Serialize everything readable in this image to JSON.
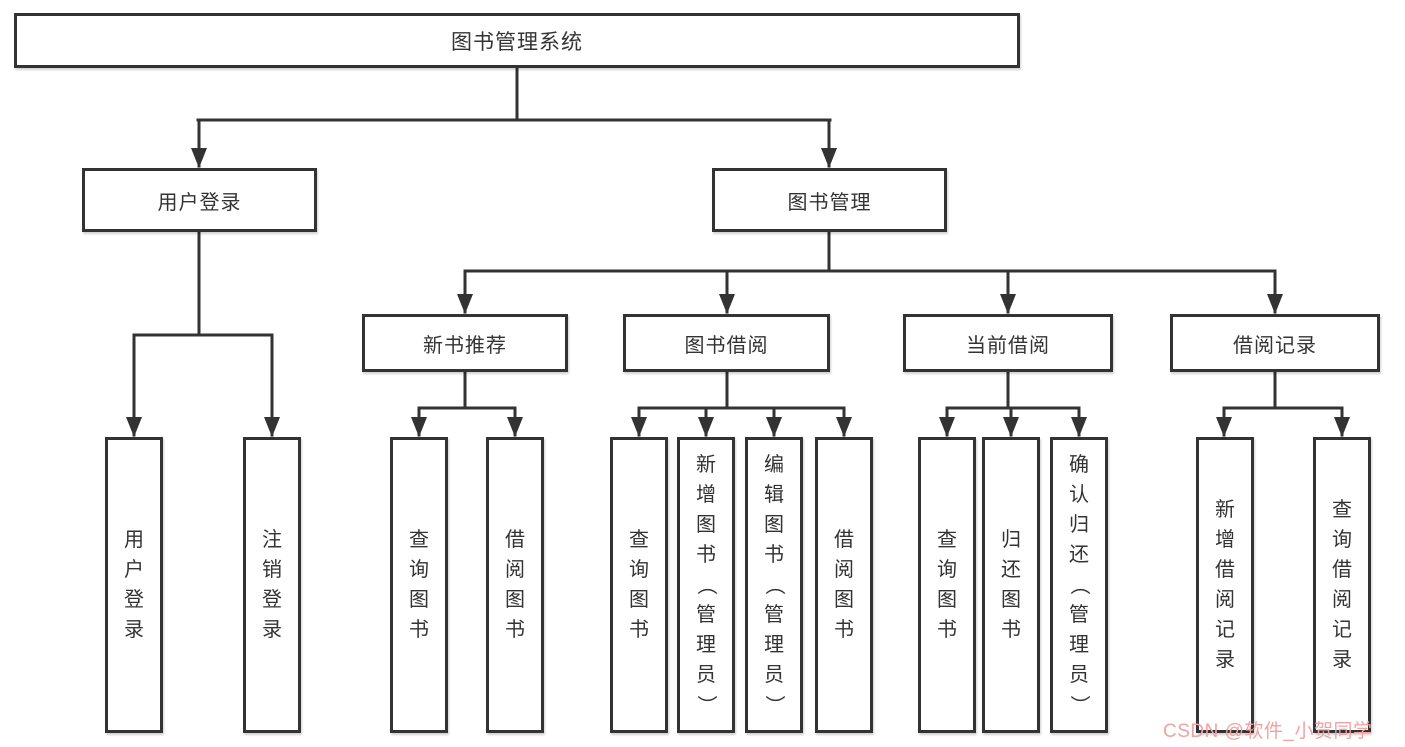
{
  "diagram": {
    "root": "图书管理系统",
    "level2": {
      "user_login": "用户登录",
      "book_management": "图书管理"
    },
    "level3": {
      "new_book_recommend": "新书推荐",
      "book_borrow": "图书借阅",
      "current_borrow": "当前借阅",
      "borrow_records": "借阅记录"
    },
    "leaves": {
      "login": [
        "用户登录",
        "注销登录"
      ],
      "recommend": [
        "查询图书",
        "借阅图书"
      ],
      "borrow": [
        "查询图书",
        "新增图书（管理员）",
        "编辑图书（管理员）",
        "借阅图书"
      ],
      "current": [
        "查询图书",
        "归还图书",
        "确认归还（管理员）"
      ],
      "records": [
        "新增借阅记录",
        "查询借阅记录"
      ]
    }
  },
  "watermark": {
    "text": "CSDN @软件_小贺同学",
    "color": "#efa3a3"
  },
  "colors": {
    "line": "#333333",
    "box_border": "#333333",
    "text": "#333333",
    "background": "#ffffff"
  }
}
